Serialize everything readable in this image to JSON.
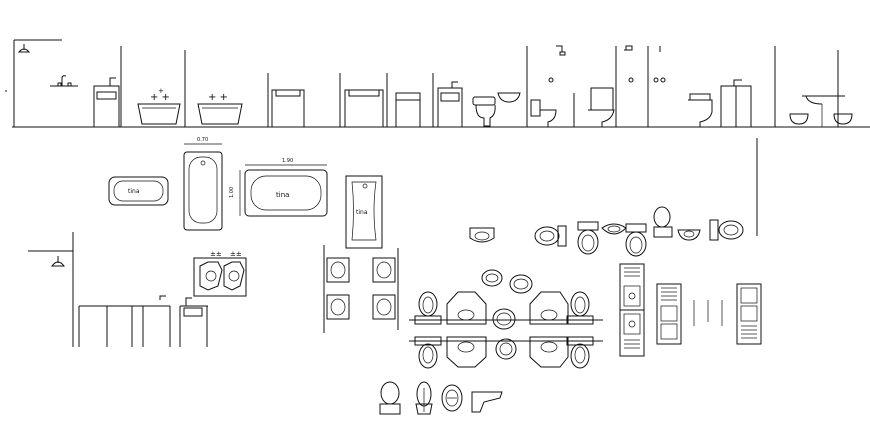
{
  "drawing": {
    "dimensions": {
      "width_070": "0.70",
      "width_190": "1.90",
      "height_100": "1.00"
    },
    "labels": {
      "tina": "tina",
      "tina_2": "tina",
      "tina_3": "tina"
    },
    "colors": {
      "line": "#111111",
      "background": "#ffffff"
    }
  }
}
